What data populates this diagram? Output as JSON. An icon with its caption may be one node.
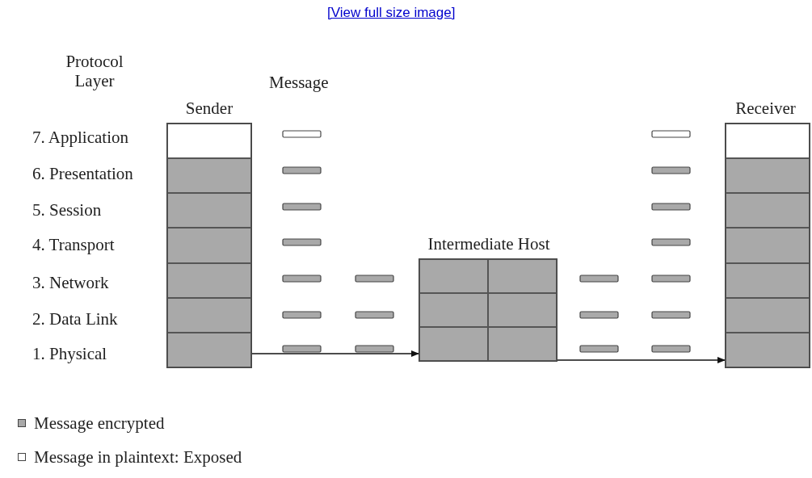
{
  "diagram": {
    "nodes": [
      {
        "text": [
          "Sender"
        ]
      },
      {
        "text": [
          "Intermediate Host"
        ]
      },
      {
        "text": [
          "Receiver"
        ]
      }
    ],
    "edges": [
      {
        "from": 0,
        "to": 1,
        "arrow": "to"
      },
      {
        "from": 1,
        "to": 2,
        "arrow": "to"
      }
    ],
    "labels": [
      "[View full size image]",
      "Protocol Layer",
      "Message",
      "7. Application",
      "6. Presentation",
      "5. Session",
      "4. Transport",
      "3. Network",
      "2. Data Link",
      "1. Physical"
    ],
    "legend": [
      {
        "text": "Message encrypted",
        "color": "#a9a9a9"
      },
      {
        "text": "Message in plaintext: Exposed",
        "color": "#ffffff"
      }
    ]
  }
}
